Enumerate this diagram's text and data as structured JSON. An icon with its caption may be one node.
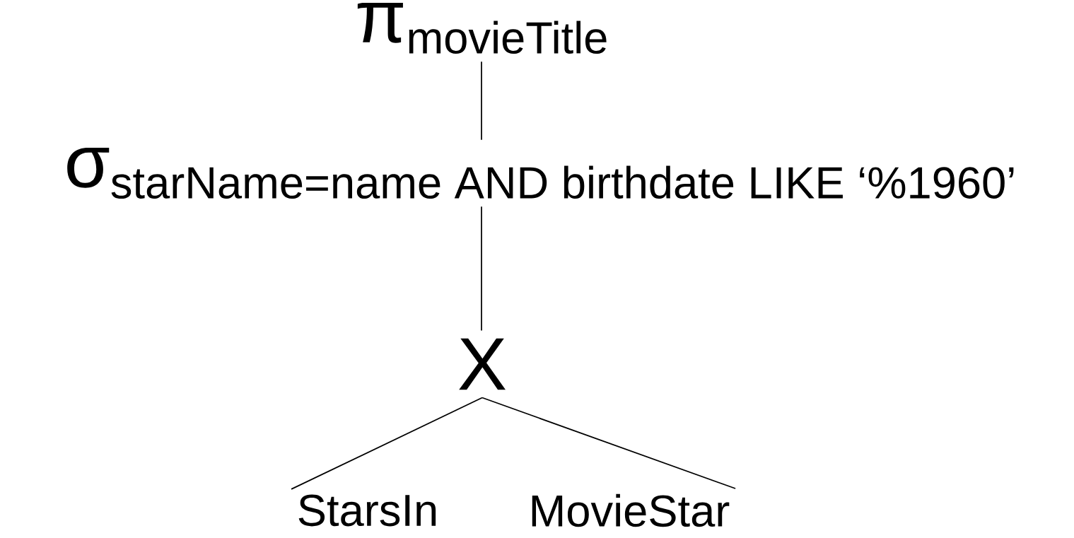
{
  "diagram": {
    "nodes": [
      {
        "text": [
          "\\text{π}_{\\text{movieTitle}}"
        ]
      },
      {
        "text": [
          "\\text{σ}_{\\text{starName=name AND birthdate LIKE ‘\\%1960’}}"
        ]
      },
      {
        "text": [
          "X"
        ]
      },
      {
        "text": [
          "StarsIn"
        ]
      },
      {
        "text": [
          "MovieStar"
        ]
      }
    ],
    "edges": [
      {
        "from": 0,
        "to": 1,
        "arrow": "none"
      },
      {
        "from": 1,
        "to": 2,
        "arrow": "none"
      },
      {
        "from": 2,
        "to": 3,
        "arrow": "none"
      },
      {
        "from": 2,
        "to": 4,
        "arrow": "none"
      }
    ]
  }
}
